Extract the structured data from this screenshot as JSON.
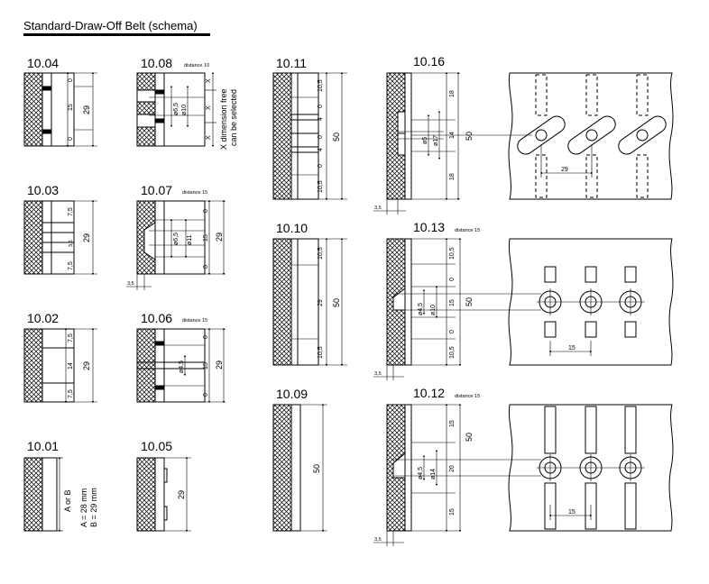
{
  "title": "Standard-Draw-Off Belt (schema)",
  "profiles": {
    "p1004": {
      "id": "10.04",
      "dims": [
        "0",
        "15",
        "0"
      ],
      "total": "29"
    },
    "p1008": {
      "id": "10.08",
      "note": "distance 10",
      "dims": [
        "X",
        "X",
        "X"
      ],
      "holes": [
        "ø6,5",
        "ø10"
      ],
      "side_note_1": "X dimension free",
      "side_note_2": "can be selected"
    },
    "p1003": {
      "id": "10.03",
      "dims": [
        "7,5",
        "3,5",
        "7,5"
      ],
      "total": "29"
    },
    "p1007": {
      "id": "10.07",
      "note": "distance 15",
      "dims": [
        "0",
        "15",
        "0"
      ],
      "holes": [
        "ø6,5",
        "ø11"
      ],
      "total": "29",
      "bottom": "3,5"
    },
    "p1002": {
      "id": "10.02",
      "dims": [
        "7,5",
        "14",
        "7,5"
      ],
      "total": "29"
    },
    "p1006": {
      "id": "10.06",
      "note": "distance 15",
      "dims": [
        "0",
        "15",
        "0"
      ],
      "holes": [
        "ø4,5"
      ],
      "total": "29"
    },
    "p1001": {
      "id": "10.01",
      "ab": "A or B",
      "a": "A = 28 mm",
      "b": "B = 29 mm"
    },
    "p1005": {
      "id": "10.05",
      "total": "29"
    },
    "p1011": {
      "id": "10.11",
      "dims": [
        "10,5",
        "0",
        "4",
        "0",
        "4",
        "0",
        "10,5"
      ],
      "total": "50"
    },
    "p1010": {
      "id": "10.10",
      "dims": [
        "10,5",
        "29",
        "10,5"
      ],
      "total": "50"
    },
    "p1009": {
      "id": "10.09",
      "total": "50"
    },
    "p1016": {
      "id": "10.16",
      "dims": [
        "18",
        "14",
        "18"
      ],
      "holes": [
        "ø5",
        "ø17"
      ],
      "total": "50",
      "pitch": "29",
      "bottom": "3,5"
    },
    "p1013": {
      "id": "10.13",
      "note": "distance 15",
      "dims": [
        "10,5",
        "0",
        "15",
        "0",
        "10,5"
      ],
      "holes": [
        "ø4,5",
        "ø10"
      ],
      "total": "50",
      "pitch": "15",
      "bottom": "3,5"
    },
    "p1012": {
      "id": "10.12",
      "note": "distance 15",
      "dims": [
        "15",
        "20",
        "15"
      ],
      "holes": [
        "ø4,5",
        "ø14"
      ],
      "total": "50",
      "pitch": "15",
      "bottom": "3,5"
    }
  }
}
